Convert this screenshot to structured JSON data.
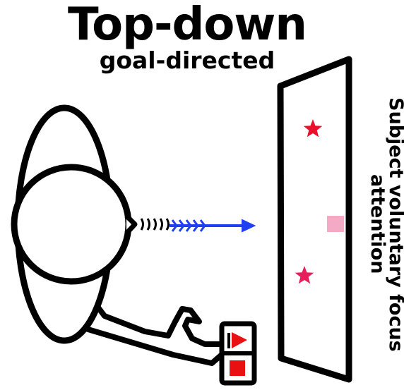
{
  "title": "Top-down",
  "subtitle": "goal-directed",
  "side_label": {
    "line1": "Subject voluntary focus",
    "line2": "attention"
  },
  "icons": {
    "head": "person-head-topview-icon",
    "arm": "arm-icon",
    "sound_waves": "sound-waves-icon",
    "gaze_arrow": "arrow-right-icon",
    "screen": "display-screen-icon",
    "remote": "remote-control-icon",
    "play_button": "play-icon",
    "stop_button": "stop-icon",
    "star_top": "star-icon",
    "star_bottom": "star-icon",
    "square": "square-icon"
  },
  "colors": {
    "outline": "#000000",
    "arrow": "#1f3ff0",
    "star_top": "#e8102a",
    "star_bottom": "#e8205a",
    "square": "#f4a9c4",
    "remote_buttons": "#e81010"
  }
}
